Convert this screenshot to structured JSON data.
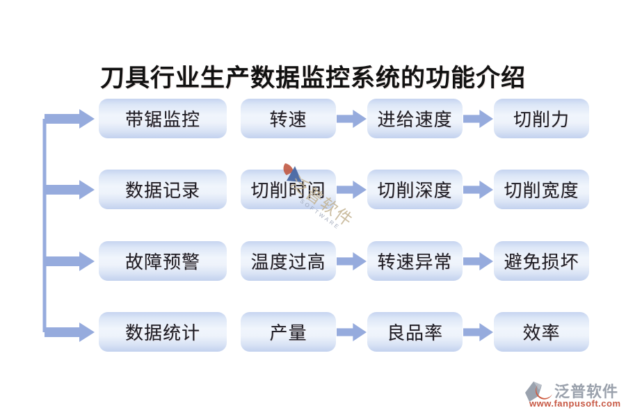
{
  "title": "刀具行业生产数据监控系统的功能介绍",
  "rows": [
    {
      "leader": "带锯监控",
      "items": [
        "转速",
        "进给速度",
        "切削力"
      ]
    },
    {
      "leader": "数据记录",
      "items": [
        "切削时间",
        "切削深度",
        "切削宽度"
      ]
    },
    {
      "leader": "故障预警",
      "items": [
        "温度过高",
        "转速异常",
        "避免损坏"
      ]
    },
    {
      "leader": "数据统计",
      "items": [
        "产量",
        "良品率",
        "效率"
      ]
    }
  ],
  "watermark": {
    "text": "泛普软件",
    "subtext": "SOFTWARE"
  },
  "footer": {
    "brand": "泛普软件",
    "url": "www.fanpusoft.com"
  },
  "colors": {
    "arrow": "#96abdd",
    "box_top": "#c6d4f0",
    "box_middle": "#f0f5fc",
    "box_bottom": "#c2d1ee",
    "box_text": "#1c1c24",
    "title_text": "#111111",
    "brand_gray": "#9aa1ac",
    "brand_red": "#c75743"
  }
}
